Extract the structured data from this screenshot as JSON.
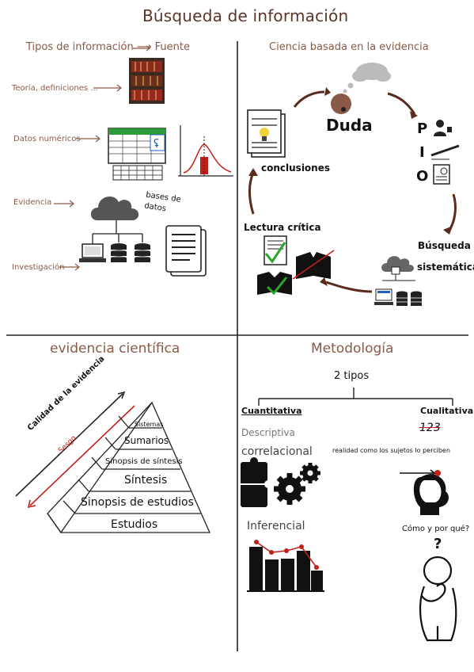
{
  "title": "Búsqueda de información",
  "q1": {
    "header_left": "Tipos de información",
    "header_arrow": "⟶",
    "header_right": "Fuente",
    "items": [
      "Teoría, definiciones ...",
      "Datos numéricos",
      "Evidencia",
      "Investigación"
    ],
    "db_label": "bases de datos"
  },
  "q2": {
    "header": "Ciencia basada en la evidencia",
    "question_mark": "?",
    "doubt": "Duda",
    "pio": [
      "P",
      "I",
      "O"
    ],
    "conclusions": "conclusiones",
    "critical_reading": "Lectura crítica",
    "systematic_search_1": "Búsqueda",
    "systematic_search_2": "sistemática"
  },
  "q3": {
    "header": "evidencia científica",
    "axis_quality": "Calidad de la evidencia",
    "axis_bias": "Sesgo",
    "levels": [
      "Sistemas",
      "Sumarios",
      "Sinopsis de síntesis",
      "Síntesis",
      "Sinopsis de estudios",
      "Estudios"
    ]
  },
  "q4": {
    "header": "Metodología",
    "types": "2 tipos",
    "quantitative": "Cuantitativa",
    "qualitative": "Cualitativa",
    "qualitative_crossed": "123",
    "descriptive": "Descriptiva",
    "correlational": "correlacional",
    "inferential": "Inferencial",
    "reality": "realidad como los sujetos lo perciben",
    "how_why": "Cómo y por qué?",
    "question_mark": "?"
  },
  "colors": {
    "title": "#5a3428",
    "accent": "#8a5a48",
    "red": "#c0201a",
    "green": "#2aa52a",
    "gray": "#777777"
  }
}
